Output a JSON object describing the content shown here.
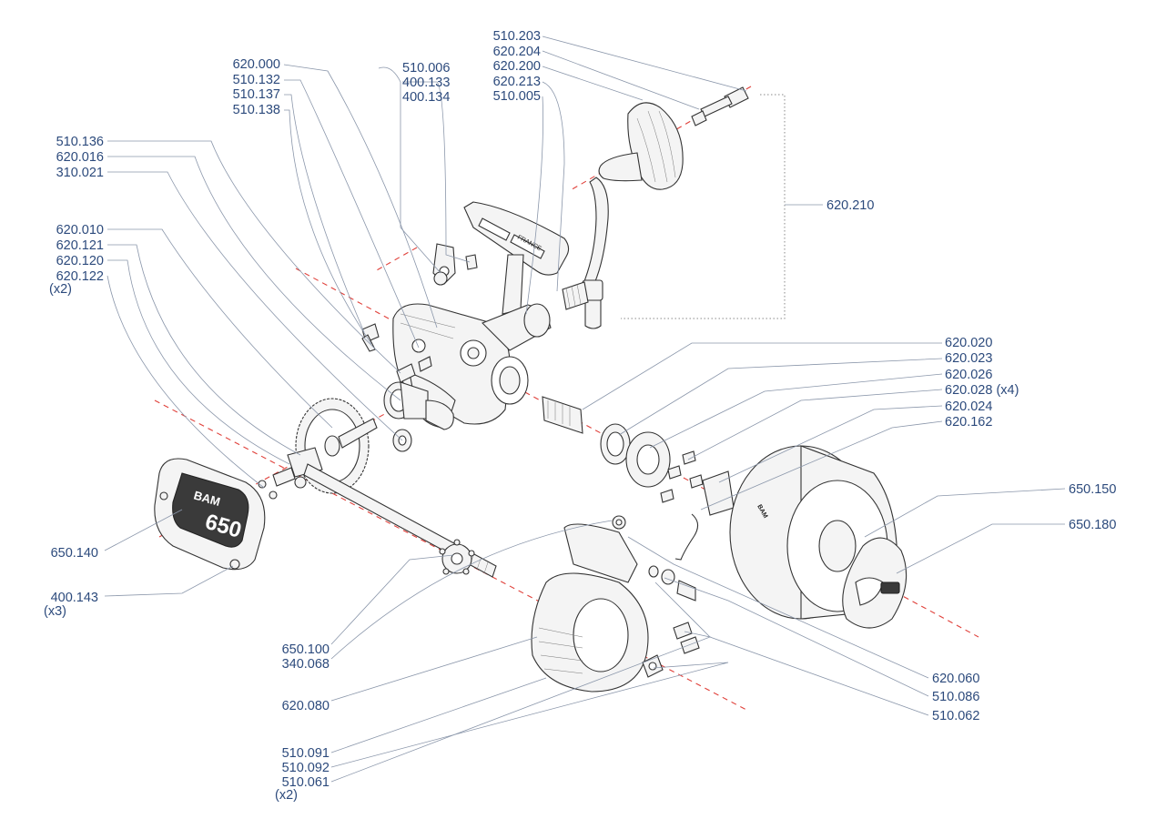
{
  "labels": {
    "l_510_203": "510.203",
    "l_620_204": "620.204",
    "l_620_200": "620.200",
    "l_620_213": "620.213",
    "l_510_005": "510.005",
    "l_510_006": "510.006",
    "l_400_133": "400.133",
    "l_400_134": "400.134",
    "l_620_000": "620.000",
    "l_510_132": "510.132",
    "l_510_137": "510.137",
    "l_510_138": "510.138",
    "l_510_136": "510.136",
    "l_620_016": "620.016",
    "l_310_021": "310.021",
    "l_620_010": "620.010",
    "l_620_121": "620.121",
    "l_620_120": "620.120",
    "l_620_122": "620.122",
    "l_620_122_qty": "(x2)",
    "l_620_210": "620.210",
    "l_620_020": "620.020",
    "l_620_023": "620.023",
    "l_620_026": "620.026",
    "l_620_028": "620.028 (x4)",
    "l_620_024": "620.024",
    "l_620_162": "620.162",
    "l_650_150": "650.150",
    "l_650_180": "650.180",
    "l_650_140": "650.140",
    "l_400_143": "400.143",
    "l_400_143_qty": "(x3)",
    "l_650_100": "650.100",
    "l_340_068": "340.068",
    "l_620_080": "620.080",
    "l_620_060": "620.060",
    "l_510_086": "510.086",
    "l_510_062": "510.062",
    "l_510_091": "510.091",
    "l_510_092": "510.092",
    "l_510_061": "510.061",
    "l_510_061_qty": "(x2)"
  },
  "part_markings": {
    "plate_brand": "BAM",
    "plate_model": "650",
    "foot_stamp": "FRANCE",
    "spool_text": "BAM"
  },
  "colors": {
    "label_text": "#2c4a7c",
    "leader_line": "#8a96aa",
    "axis_line": "#e0403a",
    "part_outline": "#333333"
  }
}
